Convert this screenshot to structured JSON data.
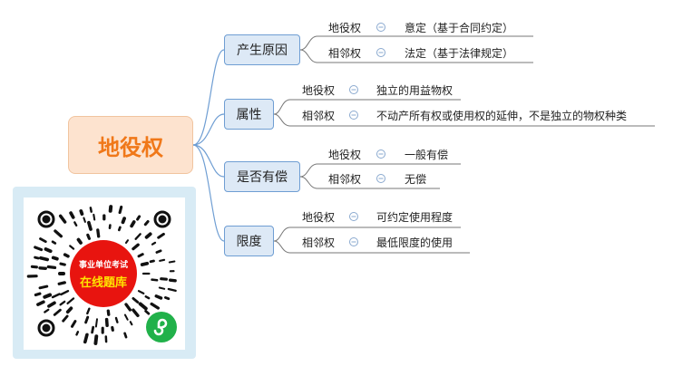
{
  "root": {
    "label": "地役权"
  },
  "branches": [
    {
      "label": "产生原因",
      "children": [
        {
          "key": "地役权",
          "value": "意定（基于合同约定）"
        },
        {
          "key": "相邻权",
          "value": "法定（基于法律规定）"
        }
      ]
    },
    {
      "label": "属性",
      "children": [
        {
          "key": "地役权",
          "value": "独立的用益物权"
        },
        {
          "key": "相邻权",
          "value": "不动产所有权或使用权的延伸，不是独立的物权种类"
        }
      ]
    },
    {
      "label": "是否有偿",
      "children": [
        {
          "key": "地役权",
          "value": "一般有偿"
        },
        {
          "key": "相邻权",
          "value": "无偿"
        }
      ]
    },
    {
      "label": "限度",
      "children": [
        {
          "key": "地役权",
          "value": "可约定使用程度"
        },
        {
          "key": "相邻权",
          "value": "最低限度的使用"
        }
      ]
    }
  ],
  "qr": {
    "badge_line1": "事业单位考试",
    "badge_line2": "在线题库",
    "badge_color": "#e8140f",
    "badge_text_color": "#ffe400",
    "icon": "wechat-miniprogram-icon",
    "icon_color": "#21b14a"
  },
  "colors": {
    "line": "#6f9ed3",
    "underline": "#777777",
    "root_fill": "#fde3cf",
    "root_text": "#f07819",
    "branch_fill": "#dde9f6"
  }
}
